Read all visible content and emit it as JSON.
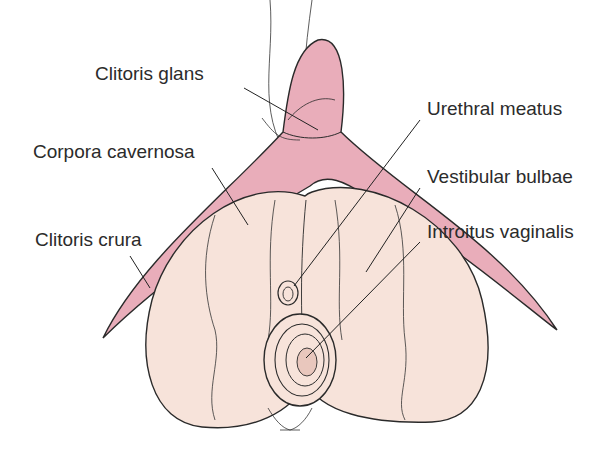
{
  "diagram": {
    "labels": [
      "Clitoris glans",
      "Corpora cavernosa",
      "Clitoris crura",
      "Urethral meatus",
      "Vestibular bulbae",
      "Introitus vaginalis"
    ]
  }
}
